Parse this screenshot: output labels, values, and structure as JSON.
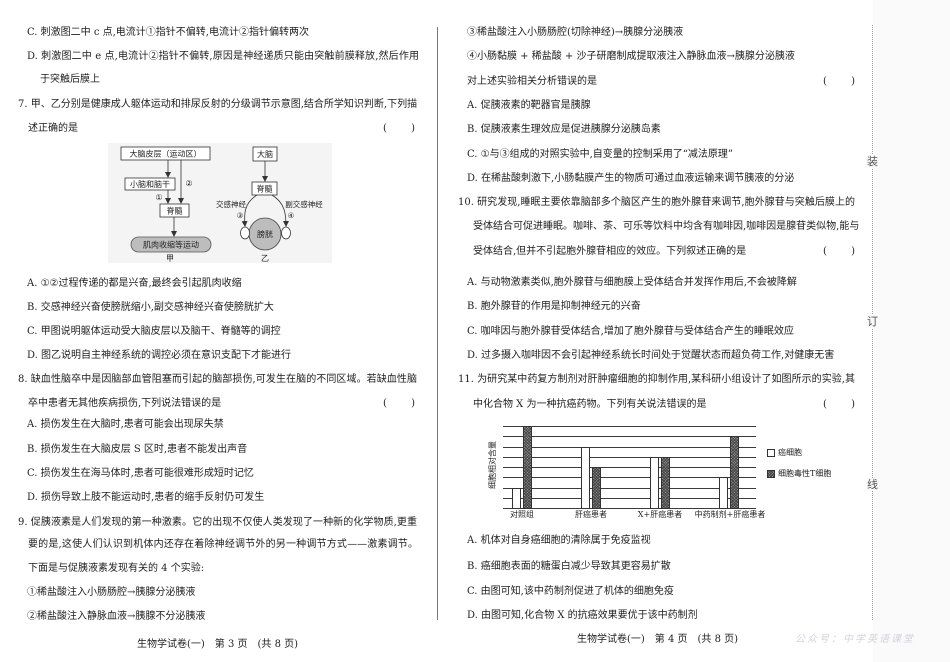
{
  "page3": {
    "q6_tail": {
      "option_c": "C. 刺激图二中 c 点,电流计①指针不偏转,电流计②指针偏转两次",
      "option_d": [
        "D. 刺激图二中 e 点,电流计②指针不偏转,原因是神经递质只能由突触前膜释放,然后作用",
        "于突触后膜上"
      ]
    },
    "q7": {
      "stem": [
        "7. 甲、乙分别是健康成人躯体运动和排尿反射的分级调节示意图,结合所学知识判断,下列描",
        "述正确的是"
      ],
      "answer_bracket": "(　　)",
      "figure": {
        "jia": {
          "cortex": "大脑皮层（运动区）",
          "cerebellum_brainstem": "小脑和脑干",
          "spinal_cord": "脊髓",
          "effect": "肌肉收缩等运动",
          "path1": "①",
          "path2": "②",
          "caption": "甲"
        },
        "yi": {
          "brain": "大脑",
          "spinal_cord": "脊髓",
          "sympathetic": "交感神经",
          "parasympathetic": "副交感神经",
          "path3": "③",
          "path4": "④",
          "bladder": "膀胱",
          "caption": "乙"
        }
      },
      "options": [
        "A. ①②过程传递的都是兴奋,最终会引起肌肉收缩",
        "B. 交感神经兴奋使膀胱缩小,副交感神经兴奋使膀胱扩大",
        "C. 甲图说明躯体运动受大脑皮层以及脑干、脊髓等的调控",
        "D. 图乙说明自主神经系统的调控必须在意识支配下才能进行"
      ]
    },
    "q8": {
      "stem": [
        "8. 缺血性脑卒中是因脑部血管阻塞而引起的脑部损伤,可发生在脑的不同区域。若缺血性脑",
        "卒中患者无其他疾病损伤,下列说法错误的是"
      ],
      "answer_bracket": "(　　)",
      "options": [
        "A. 损伤发生在大脑时,患者可能会出现尿失禁",
        "B. 损伤发生在大脑皮层 S 区时,患者不能发出声音",
        "C. 损伤发生在海马体时,患者可能很难形成短时记忆",
        "D. 损伤导致上肢不能运动时,患者的缩手反射仍可发生"
      ]
    },
    "q9": {
      "stem": [
        "9. 促胰液素是人们发现的第一种激素。它的出现不仅使人类发现了一种新的化学物质,更重",
        "要的是,这使人们认识到机体内还存在着除神经调节外的另一种调节方式——激素调节。",
        "下面是与促胰液素发现有关的 4 个实验:"
      ],
      "experiments": [
        "①稀盐酸注入小肠肠腔→胰腺分泌胰液",
        "②稀盐酸注入静脉血液→胰腺不分泌胰液"
      ]
    },
    "footer": "生物学试卷(一)　第 3 页　(共 8 页)"
  },
  "page4": {
    "q9_cont": {
      "experiments": [
        "③稀盐酸注入小肠肠腔(切除神经)→胰腺分泌胰液",
        "④小肠黏膜 + 稀盐酸 + 沙子研磨制成提取液注入静脉血液→胰腺分泌胰液"
      ],
      "prompt": "对上述实验相关分析错误的是",
      "answer_bracket": "(　　)",
      "options": [
        "A. 促胰液素的靶器官是胰腺",
        "B. 促胰液素生理效应是促进胰腺分泌胰岛素",
        "C. ①与③组成的对照实验中,自变量的控制采用了“减法原理”",
        "D. 在稀盐酸刺激下,小肠黏膜产生的物质可通过血液运输来调节胰液的分泌"
      ]
    },
    "q10": {
      "stem": [
        "10. 研究发现,睡眠主要依靠脑部多个脑区产生的胞外腺苷来调节,胞外腺苷与突触后膜上的",
        "受体结合可促进睡眠。咖啡、茶、可乐等饮料中均含有咖啡因,咖啡因是腺苷类似物,能与",
        "受体结合,但并不引起胞外腺苷相应的效应。下列叙述正确的是"
      ],
      "answer_bracket": "(　　)",
      "options": [
        "A. 与动物激素类似,胞外腺苷与细胞膜上受体结合并发挥作用后,不会被降解",
        "B. 胞外腺苷的作用是抑制神经元的兴奋",
        "C. 咖啡因与胞外腺苷受体结合,增加了胞外腺苷与受体结合产生的睡眠效应",
        "D. 过多摄入咖啡因不会引起神经系统长时间处于觉醒状态而超负荷工作,对健康无害"
      ]
    },
    "q11": {
      "stem": [
        "11. 为研究某中药复方制剂对肝肿瘤细胞的抑制作用,某科研小组设计了如图所示的实验,其",
        "中化合物 X 为一种抗癌药物。下列有关说法错误的是"
      ],
      "answer_bracket": "(　　)",
      "options": [
        "A. 机体对自身癌细胞的清除属于免疫监视",
        "B. 癌细胞表面的糖蛋白减少导致其更容易扩散",
        "C. 由图可知,该中药制剂促进了机体的细胞免疫",
        "D. 由图可知,化合物 X 的抗癌效果要优于该中药制剂"
      ]
    },
    "footer": "生物学试卷(一)　第 4 页　(共 8 页)"
  },
  "binding_margin": {
    "marks": [
      "装",
      "订",
      "线"
    ]
  },
  "watermark": "公众号：中学英语课堂",
  "chart_data": {
    "type": "bar",
    "title": "",
    "categories": [
      "对照组",
      "肝癌患者",
      "X+肝癌患者",
      "中药制剂+肝癌患者"
    ],
    "series": [
      {
        "name": "癌细胞",
        "values": [
          2,
          6,
          5,
          3
        ],
        "color": "#ffffff"
      },
      {
        "name": "细胞毒性T细胞",
        "values": [
          8,
          4,
          5,
          7
        ],
        "color": "#9a9a9a",
        "pattern": "crosshatch"
      }
    ],
    "xlabel": "",
    "ylabel": "细胞相对含量",
    "ylim": [
      0,
      8
    ],
    "yticks_labeled": false,
    "grid": true,
    "legend_position": "right"
  }
}
